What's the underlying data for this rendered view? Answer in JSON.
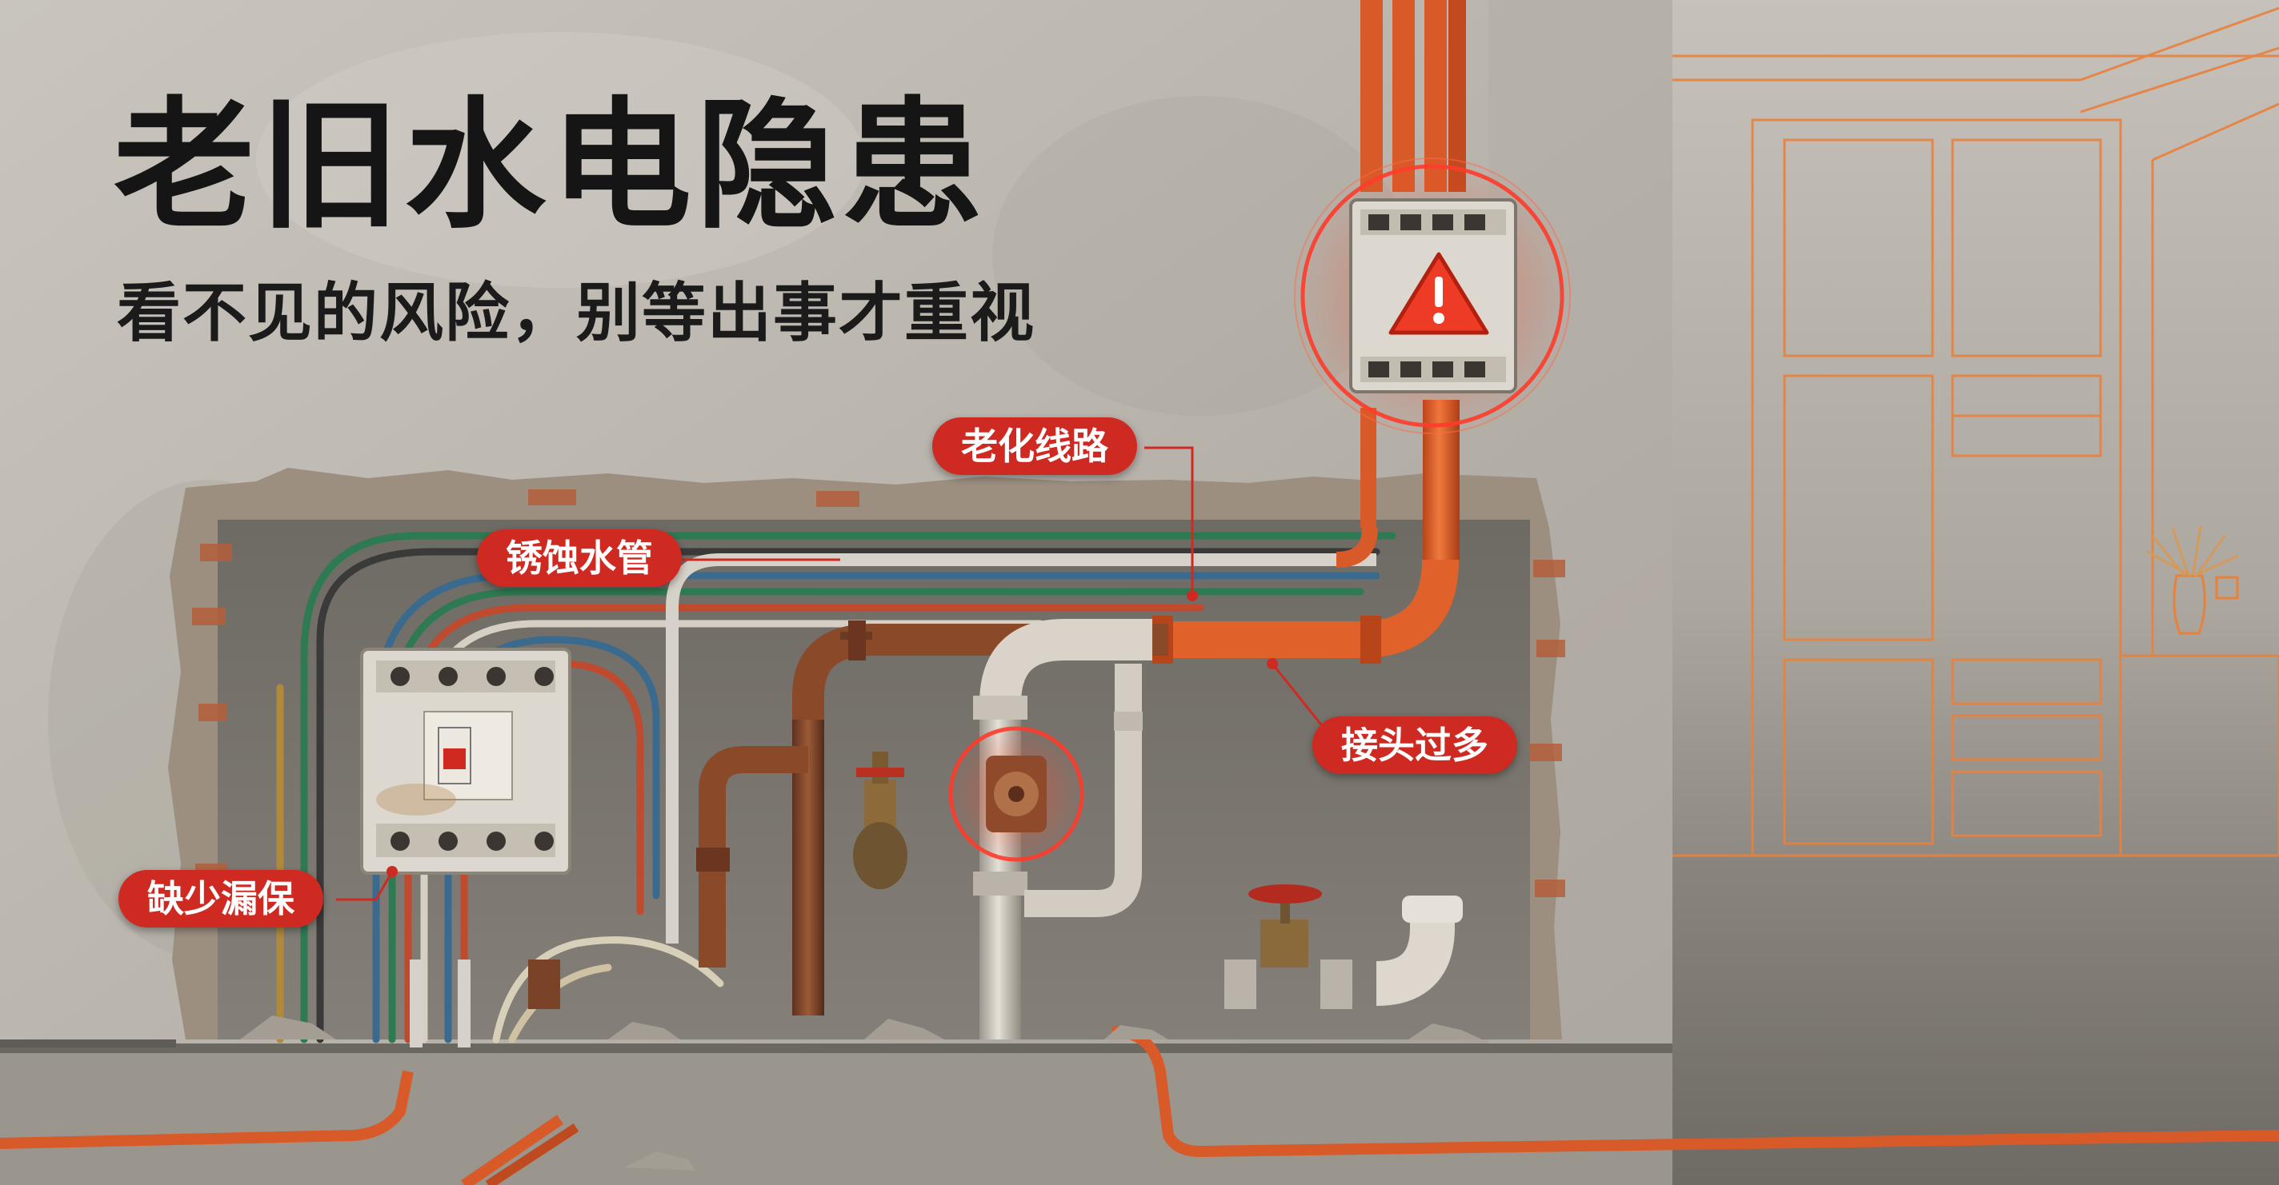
{
  "title": "老旧水电隐患",
  "subtitle": "看不见的风险，别等出事才重视",
  "callouts": {
    "aging_wiring": "老化线路",
    "rusty_pipes": "锈蚀水管",
    "too_many_joints": "接头过多",
    "missing_leakage_protection": "缺少漏保"
  },
  "icons": {
    "warning": "warning-triangle-icon"
  },
  "colors": {
    "accent_red": "#cf2a21",
    "pipe_orange": "#e0622a",
    "rust": "#8a4a2a",
    "wall": "#b7b2aa",
    "blueprint_line": "#e8813c"
  }
}
